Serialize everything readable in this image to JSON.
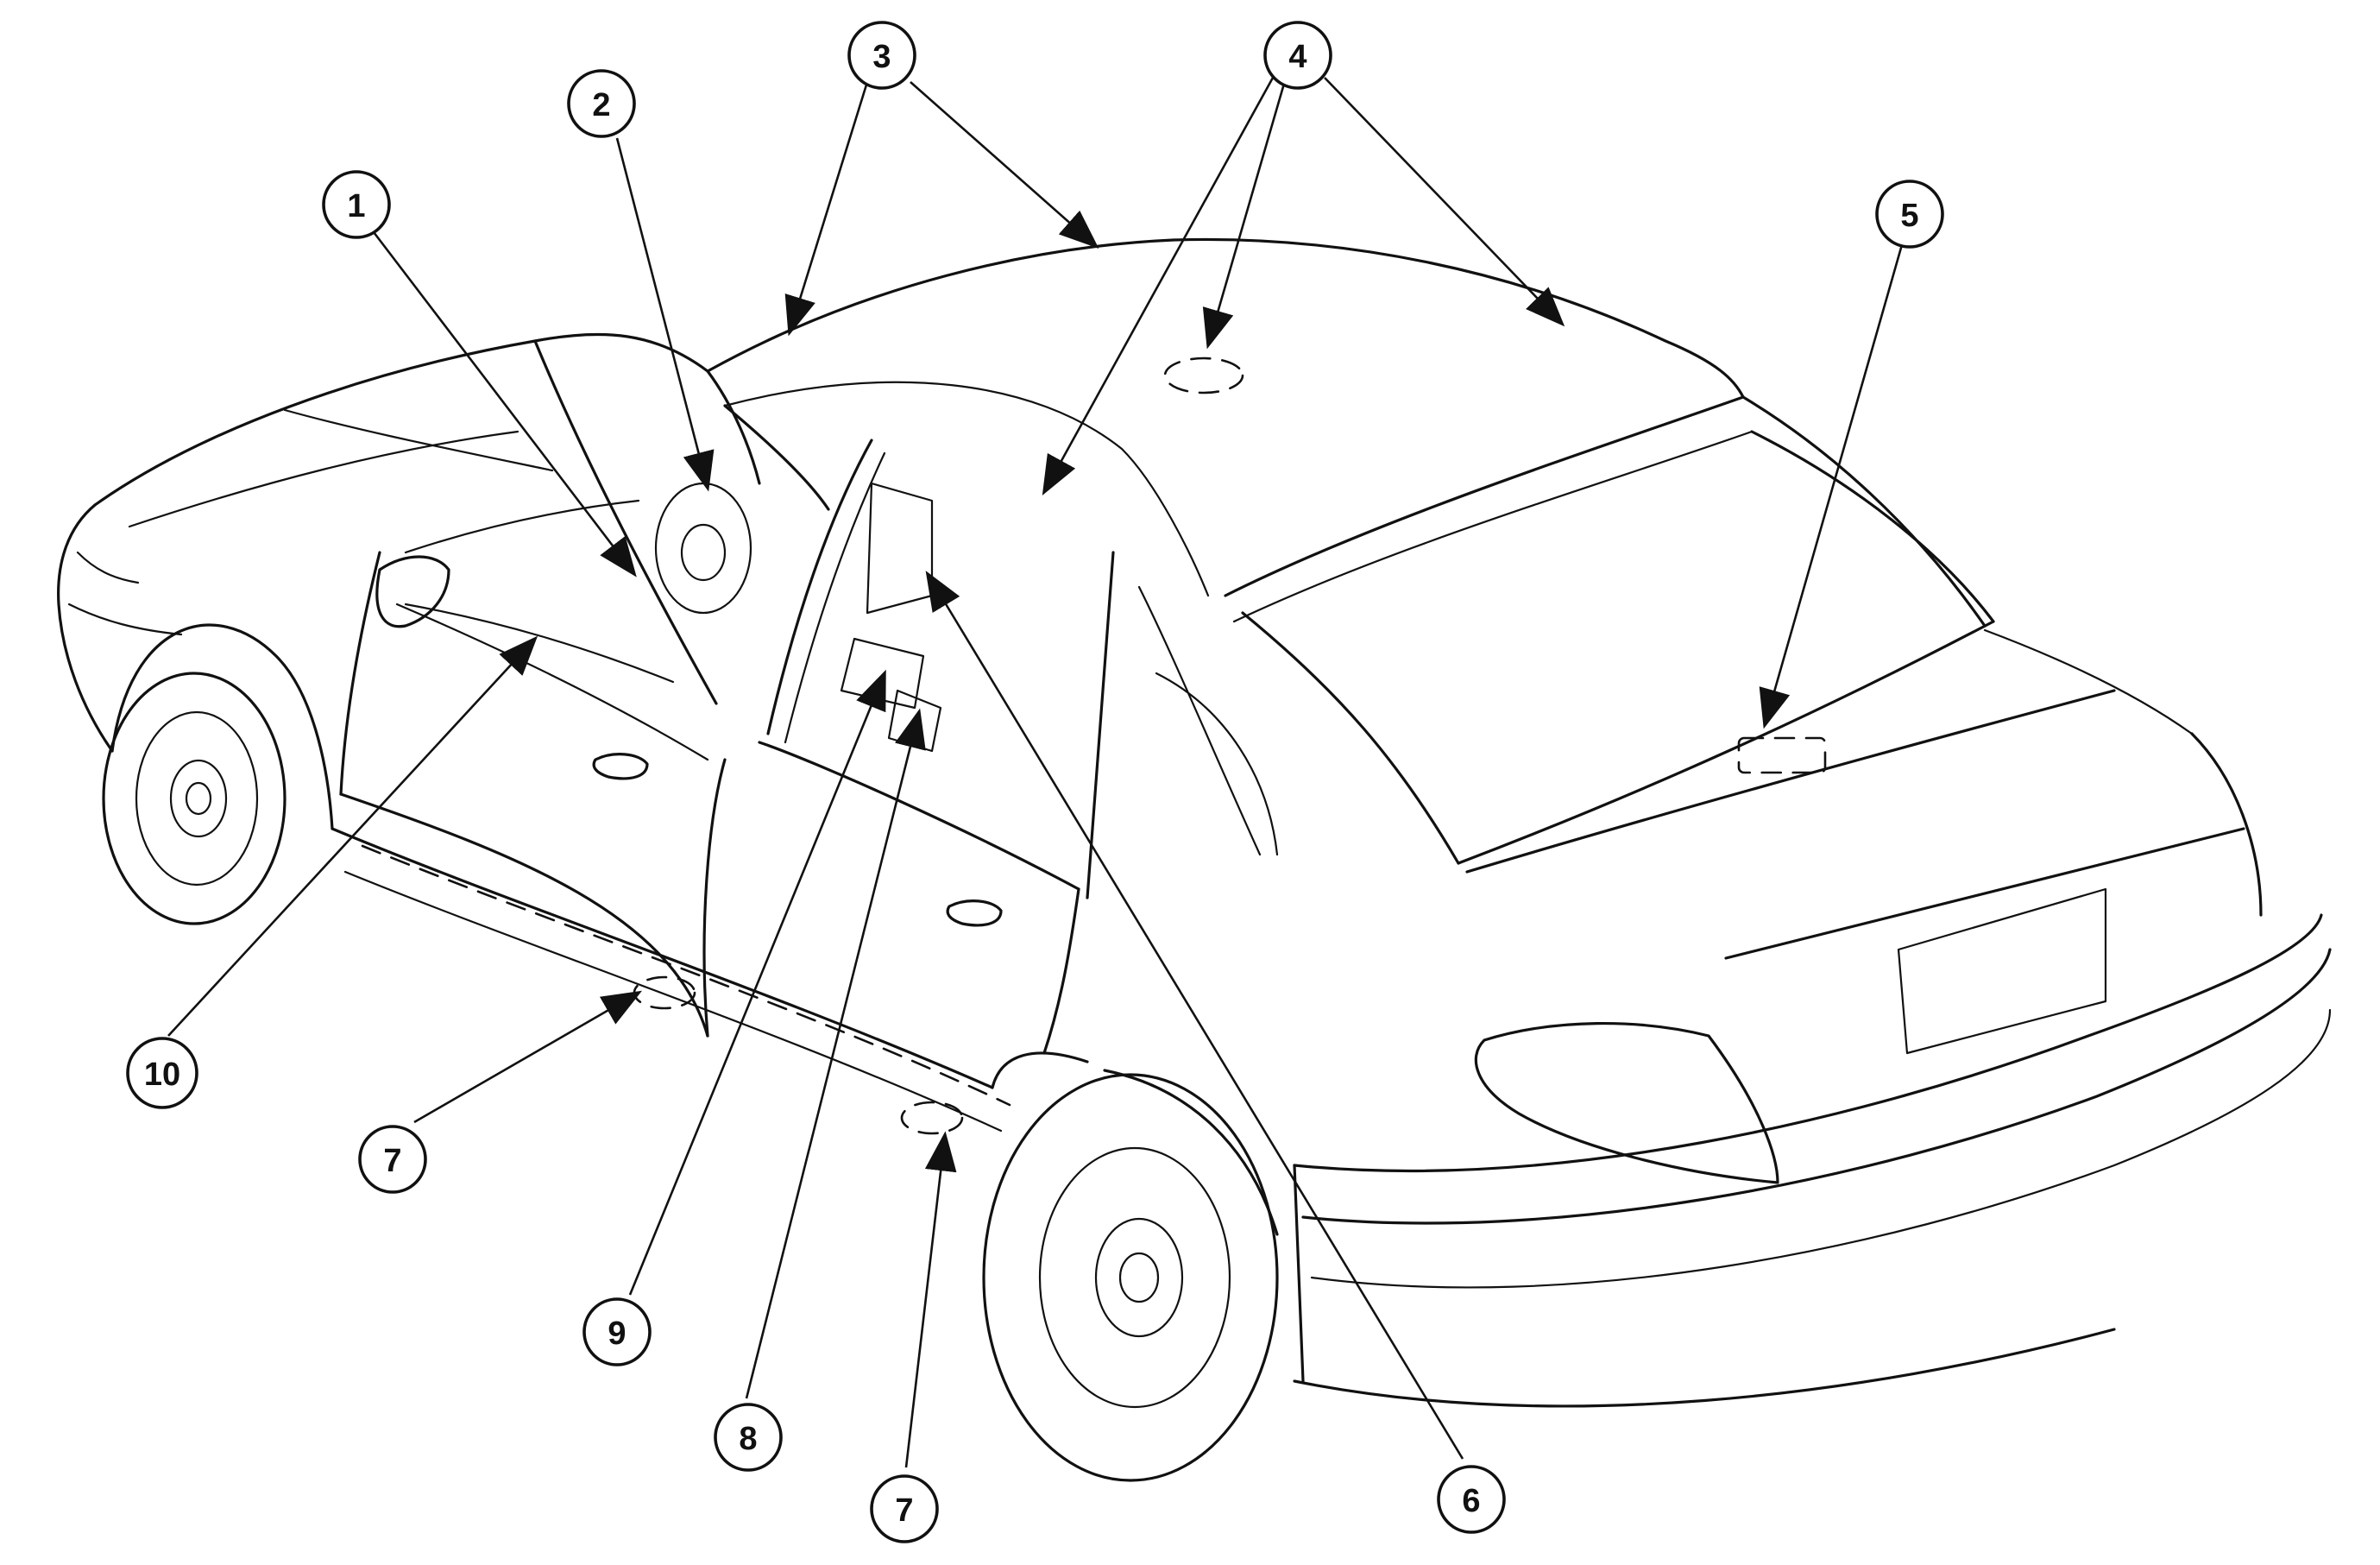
{
  "callouts": [
    {
      "id": "c1",
      "label": "1"
    },
    {
      "id": "c2",
      "label": "2"
    },
    {
      "id": "c3",
      "label": "3"
    },
    {
      "id": "c4",
      "label": "4"
    },
    {
      "id": "c5",
      "label": "5"
    },
    {
      "id": "c6",
      "label": "6"
    },
    {
      "id": "c7a",
      "label": "7"
    },
    {
      "id": "c7b",
      "label": "7"
    },
    {
      "id": "c8",
      "label": "8"
    },
    {
      "id": "c9",
      "label": "9"
    },
    {
      "id": "c10",
      "label": "10"
    }
  ],
  "colors": {
    "ink": "#111111",
    "paper": "#ffffff"
  }
}
